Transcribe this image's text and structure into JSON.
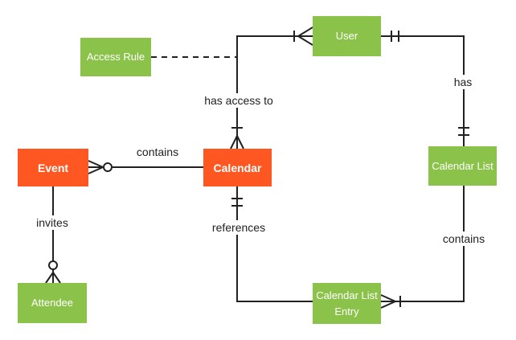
{
  "diagram_type": "entity-relationship",
  "entities": {
    "event": {
      "label": "Event",
      "color": "#ff5722"
    },
    "calendar": {
      "label": "Calendar",
      "color": "#ff5722"
    },
    "access_rule": {
      "label": "Access Rule",
      "color": "#8bc34a"
    },
    "user": {
      "label": "User",
      "color": "#8bc34a"
    },
    "calendar_list": {
      "label": "Calendar List",
      "color": "#8bc34a"
    },
    "calendar_list_entry": {
      "label": "Calendar List Entry",
      "color": "#8bc34a"
    },
    "attendee": {
      "label": "Attendee",
      "color": "#8bc34a"
    }
  },
  "relationships": {
    "contains_events": {
      "label": "contains",
      "from": "Calendar",
      "to": "Event",
      "ends": {
        "event": "zero-or-many",
        "calendar": "plain"
      },
      "line_style": "solid"
    },
    "has_access_to": {
      "label": "has access to",
      "from": "User",
      "to": "Calendar",
      "ends": {
        "user": "one-or-many",
        "calendar": "one-or-many"
      },
      "line_style": "solid"
    },
    "access_rule_link": {
      "label": "",
      "from": "Access Rule",
      "to": "has access to relationship",
      "ends": {
        "access_rule": "plain",
        "junction": "plain"
      },
      "line_style": "dashed"
    },
    "has": {
      "label": "has",
      "from": "User",
      "to": "Calendar List",
      "ends": {
        "user": "exactly-one",
        "calendar_list": "exactly-one"
      },
      "line_style": "solid"
    },
    "contains_entries": {
      "label": "contains",
      "from": "Calendar List",
      "to": "Calendar List Entry",
      "ends": {
        "calendar_list_entry": "one-or-many",
        "calendar_list": "plain"
      },
      "line_style": "solid"
    },
    "references": {
      "label": "references",
      "from": "Calendar List Entry",
      "to": "Calendar",
      "ends": {
        "calendar": "exactly-one",
        "calendar_list_entry": "plain"
      },
      "line_style": "solid"
    },
    "invites": {
      "label": "invites",
      "from": "Event",
      "to": "Attendee",
      "ends": {
        "attendee": "zero-or-many",
        "event": "plain"
      },
      "line_style": "solid"
    }
  },
  "colors": {
    "entity_orange": "#ff5722",
    "entity_green": "#8bc34a",
    "entity_text": "#ffffff",
    "line": "#212121",
    "label_text": "#212121",
    "background": "#ffffff"
  }
}
